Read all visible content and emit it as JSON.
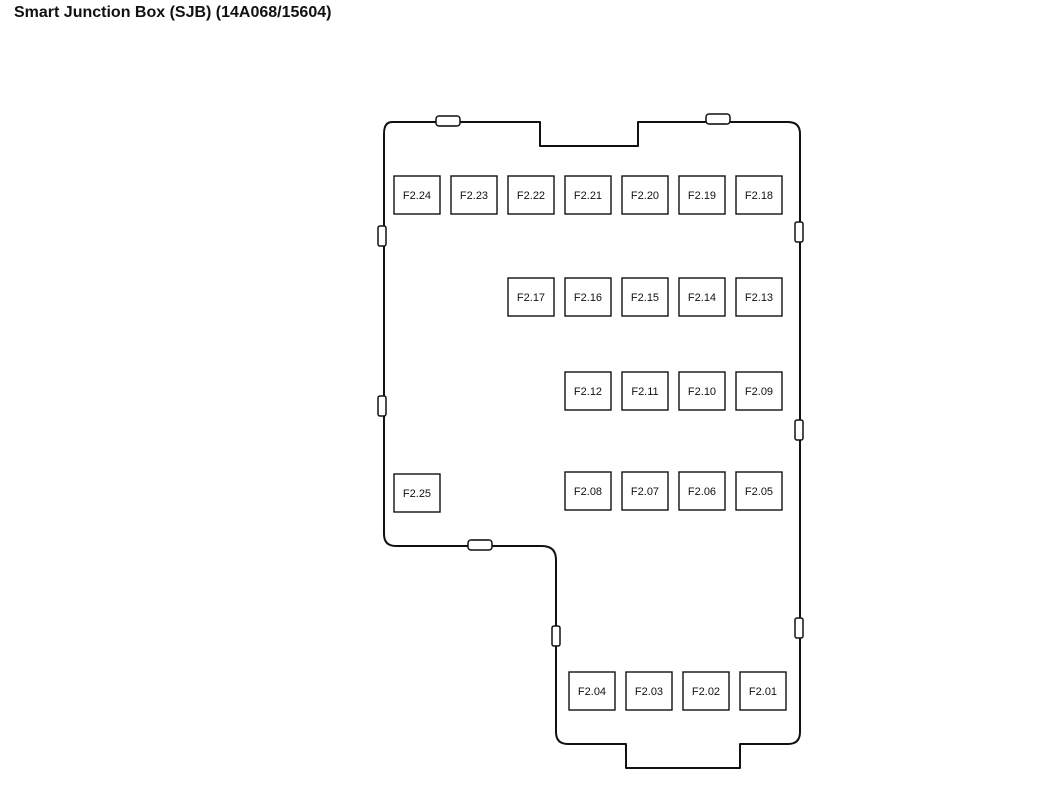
{
  "title": "Smart Junction Box (SJB) (14A068/15604)",
  "fuses": [
    {
      "label": "F2.24"
    },
    {
      "label": "F2.23"
    },
    {
      "label": "F2.22"
    },
    {
      "label": "F2.21"
    },
    {
      "label": "F2.20"
    },
    {
      "label": "F2.19"
    },
    {
      "label": "F2.18"
    },
    {
      "label": "F2.17"
    },
    {
      "label": "F2.16"
    },
    {
      "label": "F2.15"
    },
    {
      "label": "F2.14"
    },
    {
      "label": "F2.13"
    },
    {
      "label": "F2.12"
    },
    {
      "label": "F2.11"
    },
    {
      "label": "F2.10"
    },
    {
      "label": "F2.09"
    },
    {
      "label": "F2.25"
    },
    {
      "label": "F2.08"
    },
    {
      "label": "F2.07"
    },
    {
      "label": "F2.06"
    },
    {
      "label": "F2.05"
    },
    {
      "label": "F2.04"
    },
    {
      "label": "F2.03"
    },
    {
      "label": "F2.02"
    },
    {
      "label": "F2.01"
    }
  ]
}
